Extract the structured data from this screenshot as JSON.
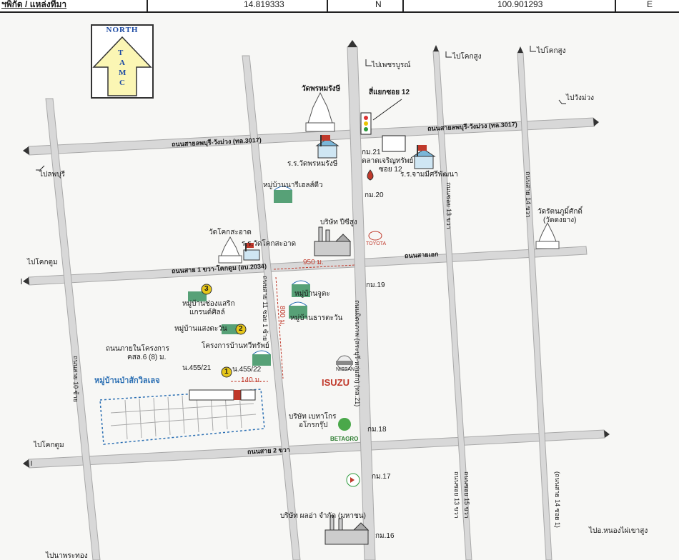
{
  "header": {
    "left_label": "ฯพิกัด / แหล่งที่มา",
    "lat": "14.819333",
    "lat_dir": "N",
    "lon": "100.901293",
    "lon_dir": "E"
  },
  "north": {
    "title": "NORTH",
    "letters": [
      "T",
      "A",
      "M",
      "C"
    ]
  },
  "roads": {
    "main_h1": "ถนนสายลพบุรี-วังม่วง (ทล.3017)",
    "main_h1_right": "ถนนสายลพบุรี-วังม่วง (ทล.3017)",
    "h2": "ถนนสาย 1 ขวา-โคกตูม (อบ.2034)",
    "h2_right": "ถนนสายเอก",
    "h3": "ถนนสาย 2 ขวา",
    "v_main": "ถนนมิตรภาพ (สระบุรี-หล่มสัก) (ทล.21)",
    "v_a": "ถนนสาย 11 ซอย 1 ซ้าย",
    "v_b": "ถนนซอย 13 ขวา",
    "v_c": "ถนนซอย 13 ขวา",
    "v_d": "ถนนสาย 14 ขวา",
    "v_left": "ถนนสาย 10 ซ้าย",
    "v_e": "ถนนซอย 15 ขวา",
    "v_f": "(ถนนสาย 14 ซอย 1)"
  },
  "directions": {
    "to_phetchabun": "ไปเพชรบูรณ์",
    "to_khoksung1": "ไปโคกสูง",
    "to_khoksung2": "ไปโคกสูง",
    "to_wangmuang": "ไปวังม่วง",
    "to_lopburi": "ไปลพบุรี",
    "to_khoktum1": "ไปโคกตูม",
    "to_khoktum2": "ไปโคกตูม",
    "to_huaipong": "ไปอ.หนองไผ่เขาสูง",
    "to_bottom": "ไปนาพระทอง"
  },
  "places": {
    "wat_phra_phut": "วัดพรหมรังษี",
    "traffic": "สี่แยกซอย 12",
    "km21": "กม.21",
    "market": "ตลาดเจริญทรัพย์",
    "market2": "ซอย 12",
    "school1": "ร.ร.วัดพรหมรังษี",
    "school2": "ร.ร.จามมีศรีพัฒนา",
    "village_naree": "หมู่บ้านนารีเฮลส์ตีว",
    "km20": "กม.20",
    "company_ceesoo": "บริษัท ปีซีสูง",
    "toyota": "TOYOTA",
    "wat_right": "วัดรัตนภูมิ์ศักดิ์",
    "wat_right2": "(วัดดงยาง)",
    "wat_khok": "วัดโคกสะอาด",
    "school_khok": "ร.ร.วัดโคกสะอาด",
    "dist1": "950 ม.",
    "km19": "กม.19",
    "village_jae": "หมู่บ้านจูตะ",
    "village_chong": "หมู่บ้านช่องแสริก",
    "village_chong2": "แกรนด์ศิลล์",
    "village_sang": "หมู่บ้านแสงตะวัน",
    "village_tawan": "หมู่บ้านธารตะวัน",
    "dist2": "800 ม.",
    "project_road": "ถนนภายในโครงการ",
    "project_road2": "คสล.6 (8) ม.",
    "project": "โครงการบ้านทวีทรัพย์",
    "plot1": "น.455/21",
    "plot2": "น.455/22",
    "dist3": "140 ม.",
    "estate": "หมู่บ้านป่าสักวิลเลจ",
    "nissan": "NISSAN",
    "isuzu": "ISUZU",
    "betagro_co": "บริษัท เบทาโกร",
    "betagro_co2": "อโกรกรุ๊ป",
    "betagro": "BETAGRO",
    "km18": "กม.18",
    "km17": "กม.17",
    "company_bottom": "บริษัท ผลอ่า จำกัด (มหาชน)",
    "km16": "กม.16",
    "mark1": "1",
    "mark2": "2",
    "mark3": "3"
  },
  "colors": {
    "road": "#d5d5d5",
    "road_edge": "#b8b8b8",
    "blue": "#2b6fb3",
    "red": "#c0392b",
    "arrow_fill": "#fbf6b4"
  }
}
